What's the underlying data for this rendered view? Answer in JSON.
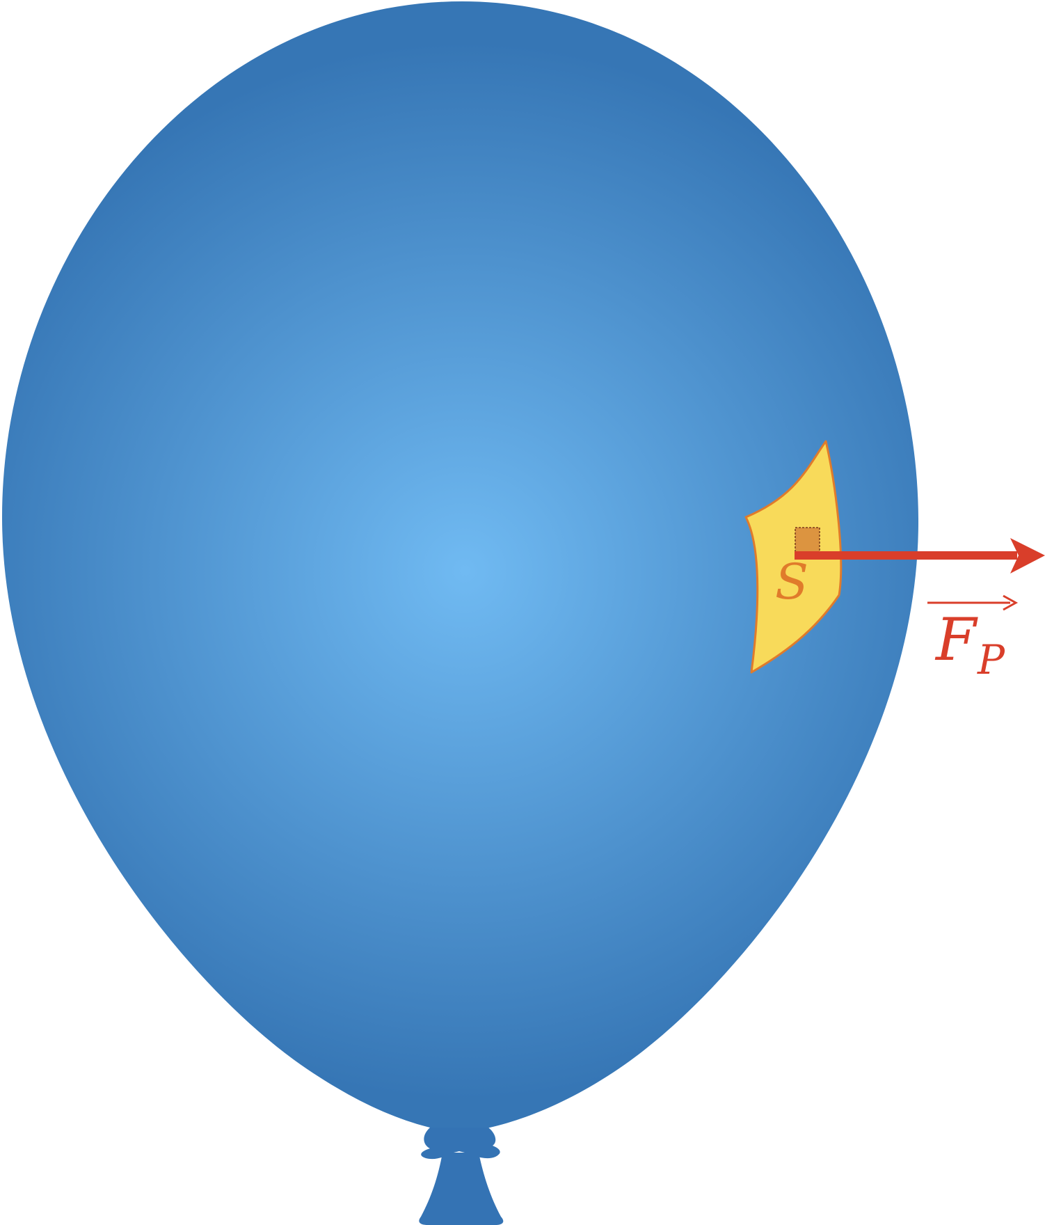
{
  "diagram": {
    "surface_label": "S",
    "force_label": "F",
    "force_subscript": "P"
  },
  "colors": {
    "balloon_center": "#70BAF2",
    "balloon_edge": "#3676B5",
    "balloon_knot": "#3473B4",
    "surface_fill": "#F8DA5A",
    "surface_stroke": "#E07B2B",
    "right_angle_fill": "#DC9440",
    "label_s": "#E07B2B",
    "force_arrow": "#D93E2A",
    "force_label": "#D93E2A"
  }
}
